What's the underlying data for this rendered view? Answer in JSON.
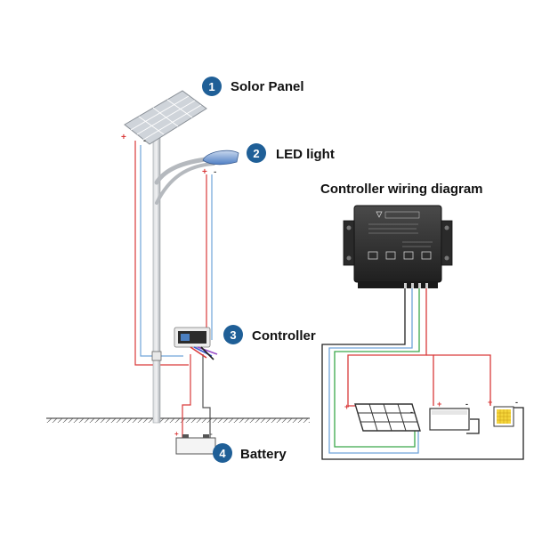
{
  "labels": [
    {
      "num": "1",
      "text": "Solor Panel"
    },
    {
      "num": "2",
      "text": "LED light"
    },
    {
      "num": "3",
      "text": "Controller"
    },
    {
      "num": "4",
      "text": "Battery"
    }
  ],
  "wiring_title": "Controller wiring diagram",
  "polarity": {
    "plus": "+",
    "minus": "-"
  },
  "colors": {
    "badge": "#1f5f97",
    "wire_red": "#d93a3a",
    "wire_blue": "#6fa3d9",
    "wire_green": "#3aa84a",
    "wire_black": "#222222",
    "pole": "#bfc3c8",
    "ground": "#555555"
  }
}
